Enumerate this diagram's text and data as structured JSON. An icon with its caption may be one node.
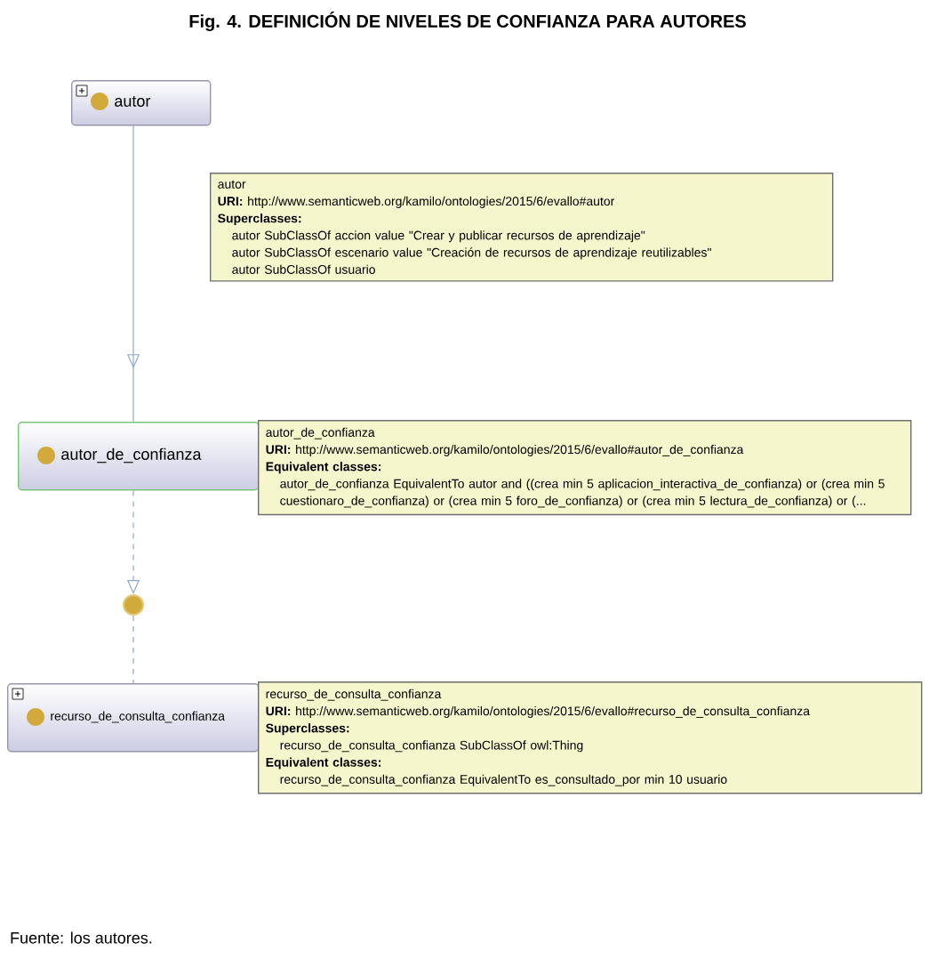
{
  "diagram": {
    "title": "Fig. 4. DEFINICIÓN DE NIVELES DE CONFIANZA PARA AUTORES",
    "caption": "Fuente: los autores.",
    "nodes": [
      {
        "text": [
          "autor"
        ]
      },
      {
        "text": [
          "autor",
          "**URI:** http://www.semanticweb.org/kamilo/ontologies/2015/6/evallo#autor",
          "Superclasses:",
          "autor SubClassOf accion value \"Crear y publicar recursos de aprendizaje\"",
          "autor SubClassOf escenario value \"Creación de recursos de aprendizaje reutilizables\"",
          "autor SubClassOf usuario"
        ]
      },
      {
        "text": [
          "autor_de_confianza"
        ]
      },
      {
        "text": [
          "autor_de_confianza",
          "**URI:** http://www.semanticweb.org/kamilo/ontologies/2015/6/evallo#autor_de_confianza",
          "Equivalent classes:",
          "autor_de_confianza EquivalentTo autor and ((crea min 5 aplicacion_interactiva_de_confianza) or (crea min 5 cuestionaro_de_confianza) or (crea min 5 foro_de_confianza) or (crea min 5 lectura_de_confianza) or (..."
        ]
      },
      {
        "text": [],
        "shape": "circle"
      },
      {
        "text": [
          "recurso_de_consulta_confianza"
        ]
      },
      {
        "text": [
          "recurso_de_consulta_confianza",
          "**URI:** http://www.semanticweb.org/kamilo/ontologies/2015/6/evallo#recurso_de_consulta_confianza",
          "Superclasses:",
          "recurso_de_consulta_confianza SubClassOf owl:Thing",
          "Equivalent classes:",
          "recurso_de_consulta_confianza EquivalentTo es_consultado_por min 10 usuario"
        ]
      }
    ],
    "edges": [
      {
        "from": 0,
        "to": 2,
        "arrow": "to"
      },
      {
        "from": 2,
        "to": 4,
        "arrow": "to",
        "style": "dashed"
      },
      {
        "from": 4,
        "to": 5,
        "arrow": "none",
        "style": "dashed"
      }
    ]
  }
}
